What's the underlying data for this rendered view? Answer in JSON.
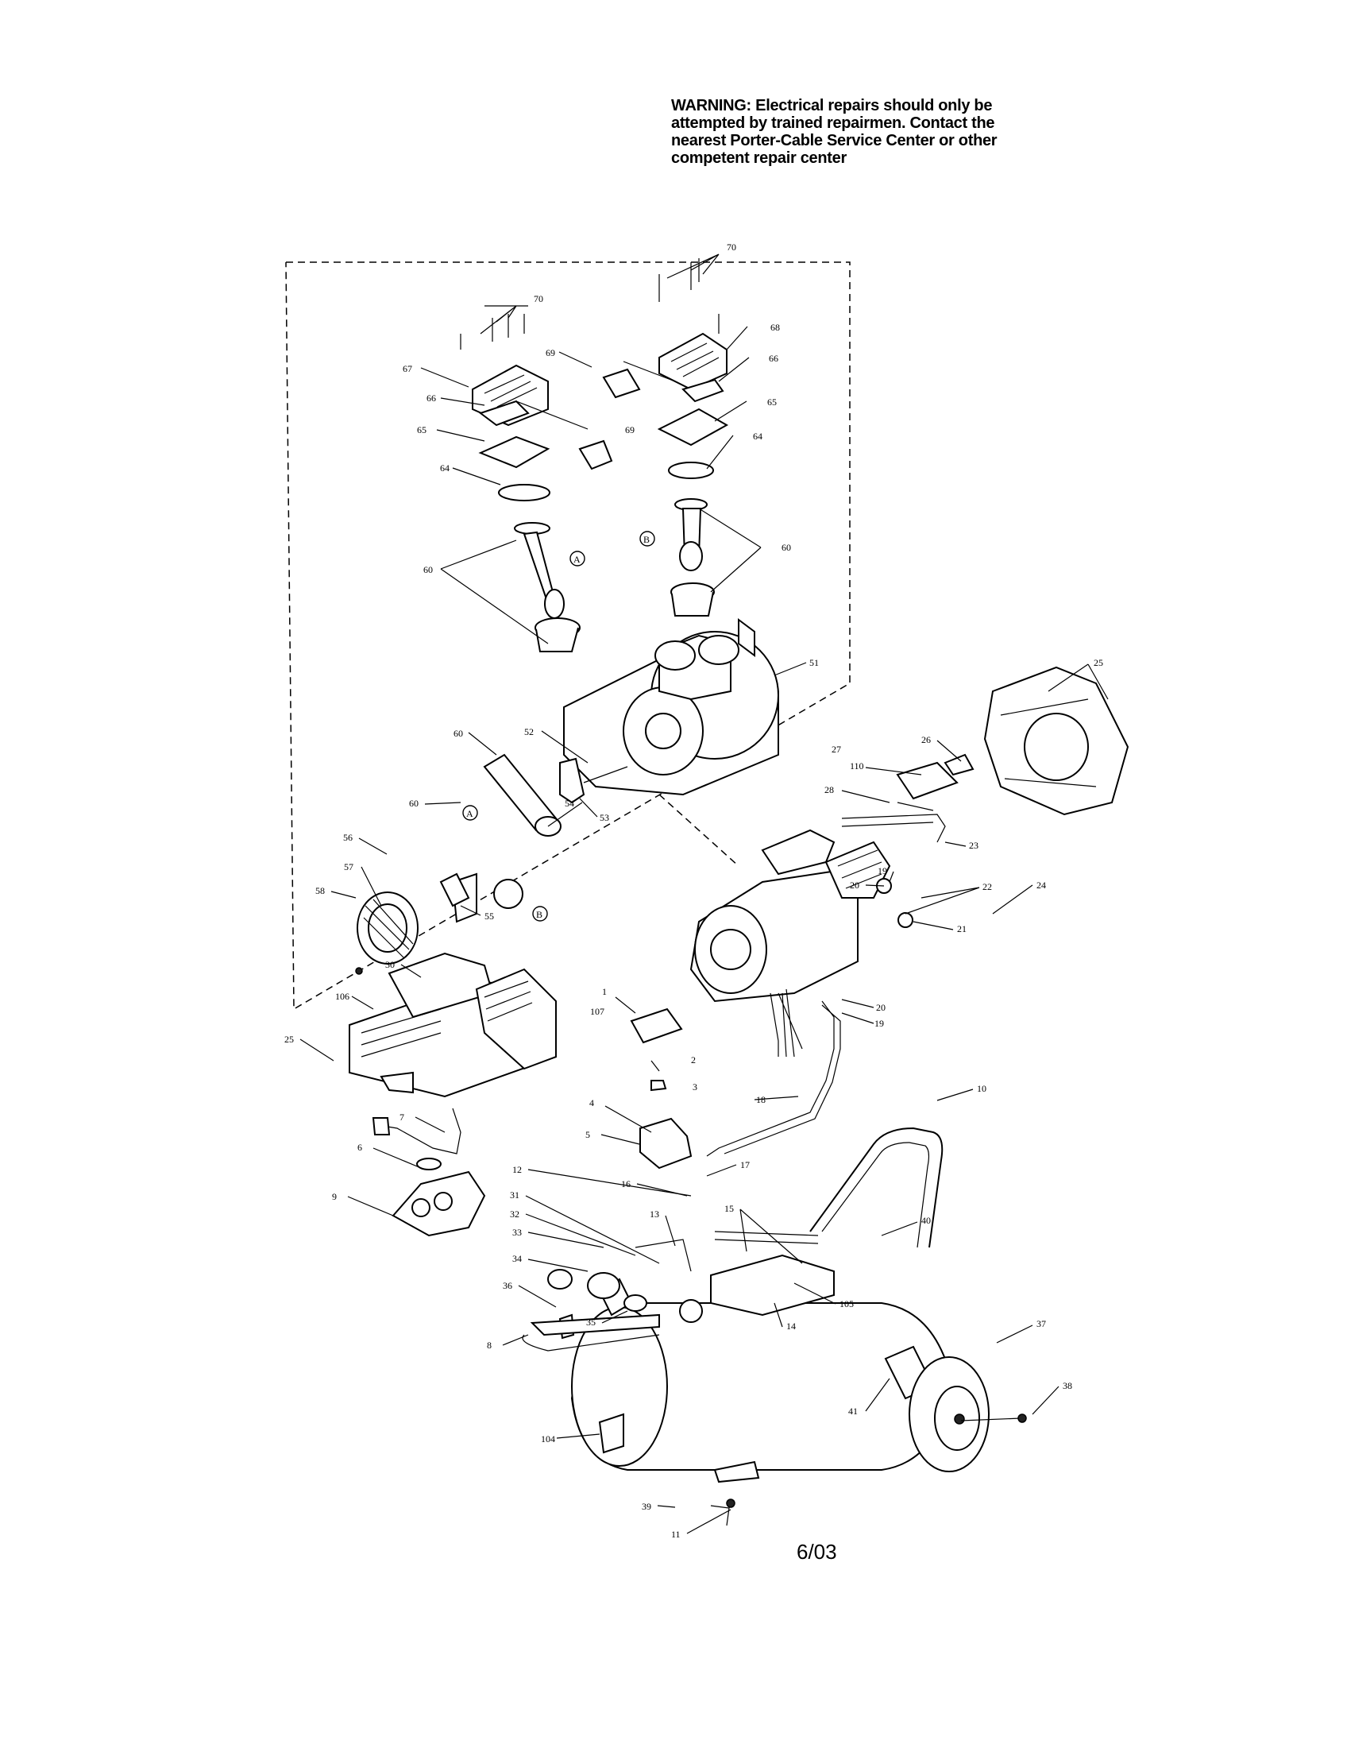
{
  "warning": {
    "lines": [
      "WARNING: Electrical repairs should only be",
      "attempted by trained repairmen. Contact the",
      "nearest Porter-Cable Service Center or other",
      "competent repair center"
    ]
  },
  "date": "6/03",
  "callouts": [
    "70",
    "70",
    "69",
    "67",
    "68",
    "66",
    "66",
    "65",
    "69",
    "65",
    "64",
    "64",
    "60",
    "60",
    "51",
    "52",
    "60",
    "53",
    "54",
    "60",
    "56",
    "57",
    "58",
    "55",
    "25",
    "26",
    "27",
    "110",
    "28",
    "23",
    "19",
    "20",
    "22",
    "24",
    "21",
    "30",
    "106",
    "25",
    "1",
    "107",
    "2",
    "3",
    "20",
    "19",
    "18",
    "7",
    "4",
    "5",
    "6",
    "17",
    "9",
    "12",
    "16",
    "10",
    "31",
    "13",
    "15",
    "32",
    "40",
    "33",
    "34",
    "36",
    "35",
    "14",
    "105",
    "8",
    "37",
    "38",
    "41",
    "104",
    "39",
    "11"
  ],
  "markers": [
    "A",
    "B",
    "A",
    "B"
  ]
}
